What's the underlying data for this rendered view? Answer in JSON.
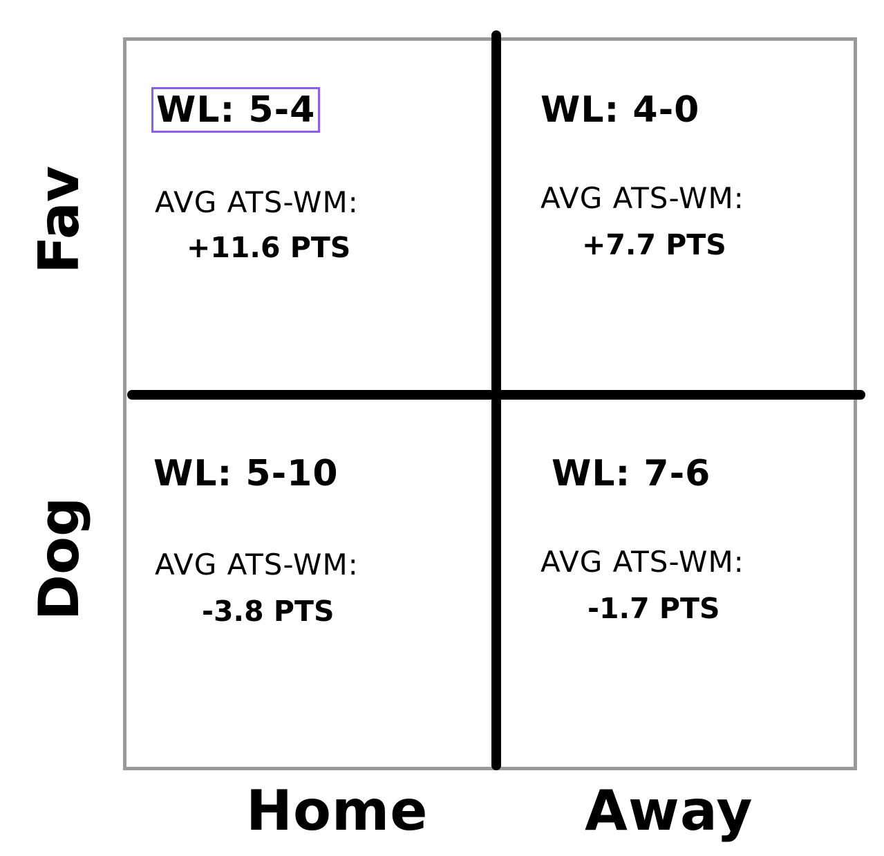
{
  "rows": {
    "fav": "Fav",
    "dog": "Dog"
  },
  "columns": {
    "home": "Home",
    "away": "Away"
  },
  "cells": {
    "fav_home": {
      "wl": "WL: 5-4",
      "avg_label": "AVG ATS-WM:",
      "avg_value": "+11.6 PTS"
    },
    "fav_away": {
      "wl": "WL: 4-0",
      "avg_label": "AVG ATS-WM:",
      "avg_value": "+7.7 PTS"
    },
    "dog_home": {
      "wl": "WL: 5-10",
      "avg_label": "AVG ATS-WM:",
      "avg_value": "-3.8 PTS"
    },
    "dog_away": {
      "wl": "WL: 7-6",
      "avg_label": "AVG ATS-WM:",
      "avg_value": "-1.7 PTS"
    }
  },
  "colors": {
    "frame": "#9a9a9a",
    "divider": "#000000",
    "highlight": "#8b5cf6"
  }
}
